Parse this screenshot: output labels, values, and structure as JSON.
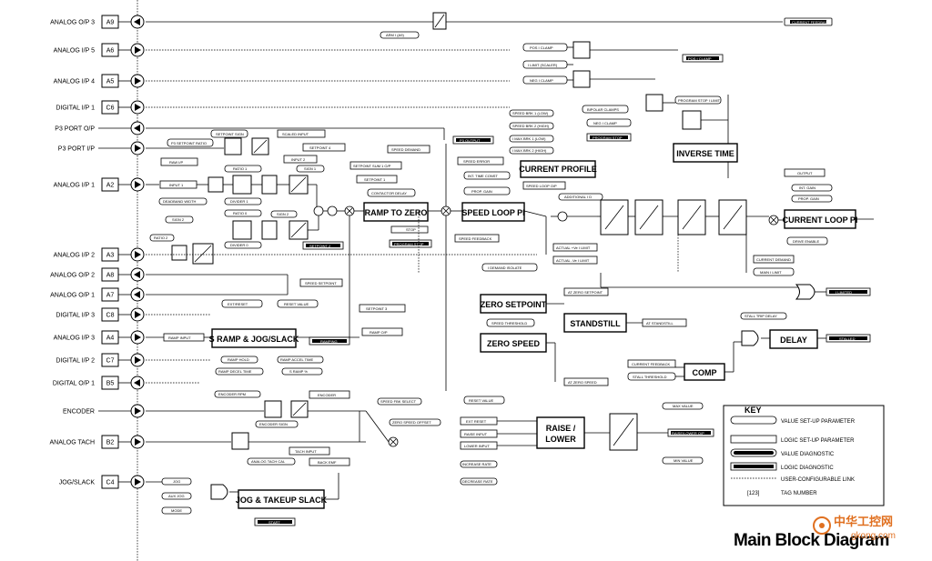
{
  "terminals": [
    {
      "label": "ANALOG O/P 3",
      "tag": "A9"
    },
    {
      "label": "ANALOG I/P 5",
      "tag": "A6"
    },
    {
      "label": "ANALOG I/P 4",
      "tag": "A5"
    },
    {
      "label": "DIGITAL I/P 1",
      "tag": "C6"
    },
    {
      "label": "P3 PORT O/P",
      "tag": ""
    },
    {
      "label": "P3 PORT I/P",
      "tag": ""
    },
    {
      "label": "ANALOG I/P 1",
      "tag": "A2"
    },
    {
      "label": "ANALOG I/P 2",
      "tag": "A3"
    },
    {
      "label": "ANALOG O/P 2",
      "tag": "A8"
    },
    {
      "label": "ANALOG O/P 1",
      "tag": "A7"
    },
    {
      "label": "DIGITAL I/P 3",
      "tag": "C8"
    },
    {
      "label": "ANALOG I/P 3",
      "tag": "A4"
    },
    {
      "label": "DIGITAL I/P 2",
      "tag": "C7"
    },
    {
      "label": "DIGITAL O/P 1",
      "tag": "B5"
    },
    {
      "label": "ENCODER",
      "tag": ""
    },
    {
      "label": "ANALOG TACH",
      "tag": "B2"
    },
    {
      "label": "JOG/SLACK",
      "tag": "C4"
    }
  ],
  "blocks": {
    "ramp_to_zero": "RAMP TO ZERO",
    "speed_loop": "SPEED LOOP PI",
    "current_profile": "CURRENT PROFILE",
    "inverse_time": "INVERSE TIME",
    "current_loop": "CURRENT LOOP PI",
    "zero_setpoint": "ZERO SETPOINT",
    "standstill": "STANDSTILL",
    "zero_speed": "ZERO SPEED",
    "s_ramp": "S RAMP & JOG/SLACK",
    "delay": "DELAY",
    "comp": "COMP",
    "raise": "RAISE /",
    "lower": "LOWER",
    "jog_takeup": "JOG & TAKEUP SLACK"
  },
  "small_labels": {
    "current_feedback": "CURRENT FEEDBACK",
    "arm_i": "ARM I (A9)",
    "pos_clamp": "POS I CLAMP",
    "i_limit_scaler": "I LIMIT (SCALER)",
    "neg_clamp": "NEG I CLAMP",
    "pos_clamp2": "POS I CLAMP",
    "bipolar_clamps": "BIPOLAR CLAMPS",
    "neg_clamp2": "NEG I CLAMP",
    "program_stop_ilimit": "PROGRAM STOP I LIMIT",
    "program_stop": "PROGRAM STOP",
    "setpoint_sign": "SETPOINT SIGN",
    "scaled_input": "SCALED INPUT",
    "p3_setpoint_ratio": "P3 SETPOINT RATIO",
    "setpoint_4": "SETPOINT 4",
    "input_2": "INPUT 2",
    "raw_ip": "RAW I/P",
    "ratio_1": "RATIO 1",
    "sign_1": "SIGN 1",
    "setpoint_sum_1_op": "SETPOINT SUM 1 O/P",
    "setpoint_1": "SETPOINT 1",
    "contactor_delay": "CONTACTOR DELAY",
    "input_1": "INPUT 1",
    "deadband_width": "DEADBAND WIDTH",
    "divider_1": "DIVIDER 1",
    "ratio_0": "RATIO 0",
    "sign_2": "SIGN 2",
    "divider_0": "DIVIDER 0",
    "ratio_2": "RATIO 2",
    "setpoint_2": "SETPOINT 2",
    "speed_demand": "SPEED DEMAND",
    "p3_output": "P3 OUTPUT",
    "speed_error": "SPEED ERROR",
    "int_time_const": "INT. TIME CONST",
    "prop_gain": "PROP. GAIN",
    "speed_loop_op": "SPEED LOOP O/P",
    "stop": "STOP",
    "program_stop2": "PROGRAM STOP",
    "speed_feedback": "SPEED FEEDBACK",
    "speed_brk1_low": "SPEED BRK 1 (LOW)",
    "speed_brk2_high": "SPEED BRK 2 (HIGH)",
    "i_max_brk1_low": "I MAX BRK 1 (LOW)",
    "i_max_brk2_high": "I MAX BRK 2 (HIGH)",
    "additional_i_d": "ADDITIONAL I D",
    "output": "OUTPUT",
    "int_gain": "INT. GAIN",
    "prop_gain2": "PROP. GAIN",
    "drive_enable": "DRIVE ENABLE",
    "actual_pos_i_limit": "ACTUAL +Ve I LIMIT",
    "actual_neg_i_limit": "ACTUAL -Ve I LIMIT",
    "current_demand": "CURRENT DEMAND",
    "main_i_limit": "MAIN I LIMIT",
    "i_demand_isolate": "I DEMAND ISOLATE",
    "speed_setpoint": "SPEED SETPOINT",
    "i_limited": "I LIMITED",
    "at_zero_setpoint": "AT ZERO SETPOINT",
    "speed_threshold": "SPEED THRESHOLD",
    "at_standstill": "AT STANDSTILL",
    "extreset": "EXT/RESET",
    "reset_value": "RESET VALUE",
    "setpoint_3": "SETPOINT 3",
    "stall_trip_delay": "STALL TRIP DELAY",
    "ramp_input": "RAMP INPUT",
    "ramping": "RAMPING",
    "ramp_op": "RAMP O/P",
    "stalled": "STALLED",
    "ramp_hold": "RAMP HOLD",
    "ramp_accel_time": "RAMP ACCEL TIME",
    "ramp_decel_time": "RAMP DECEL TIME",
    "s_ramp_pct": "S RAMP %",
    "current_feedback2": "CURRENT FEEDBACK",
    "stall_threshold": "STALL THRESHOLD",
    "at_zero_speed": "AT ZERO SPEED",
    "encoder_rpm": "ENCODER RPM",
    "encoder": "ENCODER",
    "speed_fbk_select": "SPEED FBK SELECT",
    "encoder_sign": "ENCODER SIGN",
    "zero_speed_offset": "ZERO SPEED OFFSET",
    "tach_input": "TACH INPUT",
    "analog_tach_cal": "ANALOG TACH CAL",
    "back_emf": "BACK EMF",
    "reset_value2": "RESET VALUE",
    "max_value": "MAX VALUE",
    "ext_reset": "EXT RESET",
    "raise_input": "RAISE INPUT",
    "lower_input": "LOWER INPUT",
    "raiselower_op": "RAISE/LOWER O/P",
    "increase_rate": "INCREASE RATE",
    "decrease_rate": "DECREASE RATE",
    "min_value": "MIN VALUE",
    "jog": "JOG",
    "aux_jog": "AUX JOG",
    "mode": "MODE",
    "start": "START"
  },
  "key": {
    "title": "KEY",
    "items": [
      "VALUE SET-UP PARAMETER",
      "LOGIC SET-UP PARAMETER",
      "VALUE DIAGNOSTIC",
      "LOGIC DIAGNOSTIC",
      "USER-CONFIGURABLE LINK",
      "TAG NUMBER"
    ],
    "tag_symbol": "[123]"
  },
  "title": "Main Block Diagram",
  "watermark": {
    "line1": "中华工控网",
    "line2": "gkong.com"
  }
}
